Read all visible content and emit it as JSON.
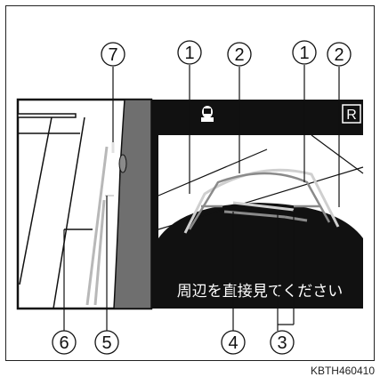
{
  "screen": {
    "warning_message": "周辺を直接見てください",
    "gear_indicator": "R",
    "top_left_icon": "car-sensor-icon"
  },
  "callouts": [
    "1",
    "2",
    "1",
    "2",
    "7",
    "6",
    "5",
    "4",
    "3"
  ],
  "figure_code": "KBTH460410",
  "colors": {
    "screen_black": "#111111",
    "camera_view": "#ffffff",
    "guide_gray": "#8a8a8a",
    "guide_light": "#cfcfcf",
    "car_body": "#6f6f6f"
  }
}
